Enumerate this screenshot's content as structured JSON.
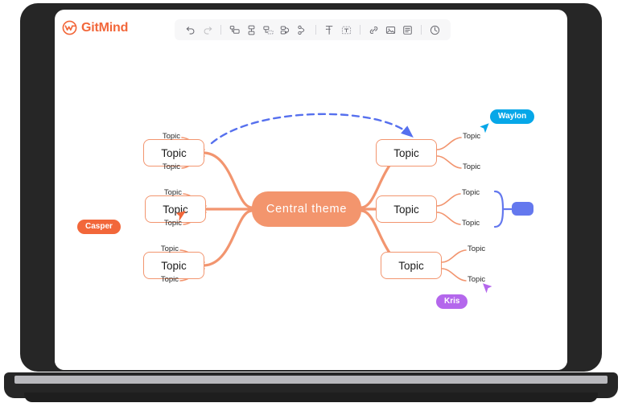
{
  "app": {
    "brand_name": "GitMind",
    "brand_color": "#f2673a",
    "logo_icon": "gitmind-logo-icon"
  },
  "toolbar": {
    "groups": [
      {
        "items": [
          {
            "name": "undo-icon",
            "label": "Undo",
            "disabled": false
          },
          {
            "name": "redo-icon",
            "label": "Redo",
            "disabled": true
          }
        ]
      },
      {
        "items": [
          {
            "name": "add-sibling-topic-icon",
            "label": "Add sibling topic",
            "disabled": false
          },
          {
            "name": "add-parent-topic-icon",
            "label": "Add parent topic",
            "disabled": false
          },
          {
            "name": "add-subtopic-icon",
            "label": "Add subtopic",
            "disabled": false
          },
          {
            "name": "add-relation-icon",
            "label": "Relationship",
            "disabled": false
          },
          {
            "name": "add-summary-icon",
            "label": "Summary",
            "disabled": false
          }
        ]
      },
      {
        "items": [
          {
            "name": "add-boundary-icon",
            "label": "Boundary",
            "disabled": false
          },
          {
            "name": "add-text-box-icon",
            "label": "Text box",
            "disabled": false
          }
        ]
      },
      {
        "items": [
          {
            "name": "link-icon",
            "label": "Hyperlink",
            "disabled": false
          },
          {
            "name": "image-icon",
            "label": "Insert image",
            "disabled": false
          },
          {
            "name": "note-icon",
            "label": "Note",
            "disabled": false
          }
        ]
      },
      {
        "items": [
          {
            "name": "history-icon",
            "label": "History",
            "disabled": false
          }
        ]
      }
    ]
  },
  "mindmap": {
    "central": {
      "label": "Central  theme",
      "fill": "#f3956d",
      "text_color": "#ffffff"
    },
    "branch_color": "#f2956f",
    "branches": [
      {
        "id": "left-top",
        "side": "left",
        "label": "Topic",
        "leaves": [
          {
            "label": "Topic"
          },
          {
            "label": "Topic"
          }
        ]
      },
      {
        "id": "left-middle",
        "side": "left",
        "label": "Topic",
        "leaves": [
          {
            "label": "Topic"
          },
          {
            "label": "Topic"
          }
        ]
      },
      {
        "id": "left-bottom",
        "side": "left",
        "label": "Topic",
        "leaves": [
          {
            "label": "Topic"
          },
          {
            "label": "Topic"
          }
        ]
      },
      {
        "id": "right-top",
        "side": "right",
        "label": "Topic",
        "leaves": [
          {
            "label": "Topic"
          },
          {
            "label": "Topic"
          }
        ]
      },
      {
        "id": "right-middle",
        "side": "right",
        "label": "Topic",
        "leaves": [
          {
            "label": "Topic"
          },
          {
            "label": "Topic"
          }
        ]
      },
      {
        "id": "right-bottom",
        "side": "right",
        "label": "Topic",
        "leaves": [
          {
            "label": "Topic"
          },
          {
            "label": "Topic"
          }
        ]
      }
    ],
    "relationship": {
      "name": "relationship-arrow",
      "style": "dashed",
      "color": "#5670ee",
      "from": "left-top",
      "to": "right-top"
    },
    "summary": {
      "name": "summary-bracket",
      "color": "#6478ee",
      "node_fill": "#6478ee",
      "node_label": "",
      "covers": "right-middle"
    }
  },
  "collaborators": [
    {
      "name": "Waylon",
      "color": "#06a7e8",
      "cursor_direction": "down-left"
    },
    {
      "name": "Casper",
      "color": "#f2673a",
      "cursor_direction": "up-right"
    },
    {
      "name": "Kris",
      "color": "#b467ec",
      "cursor_direction": "up-left"
    }
  ]
}
